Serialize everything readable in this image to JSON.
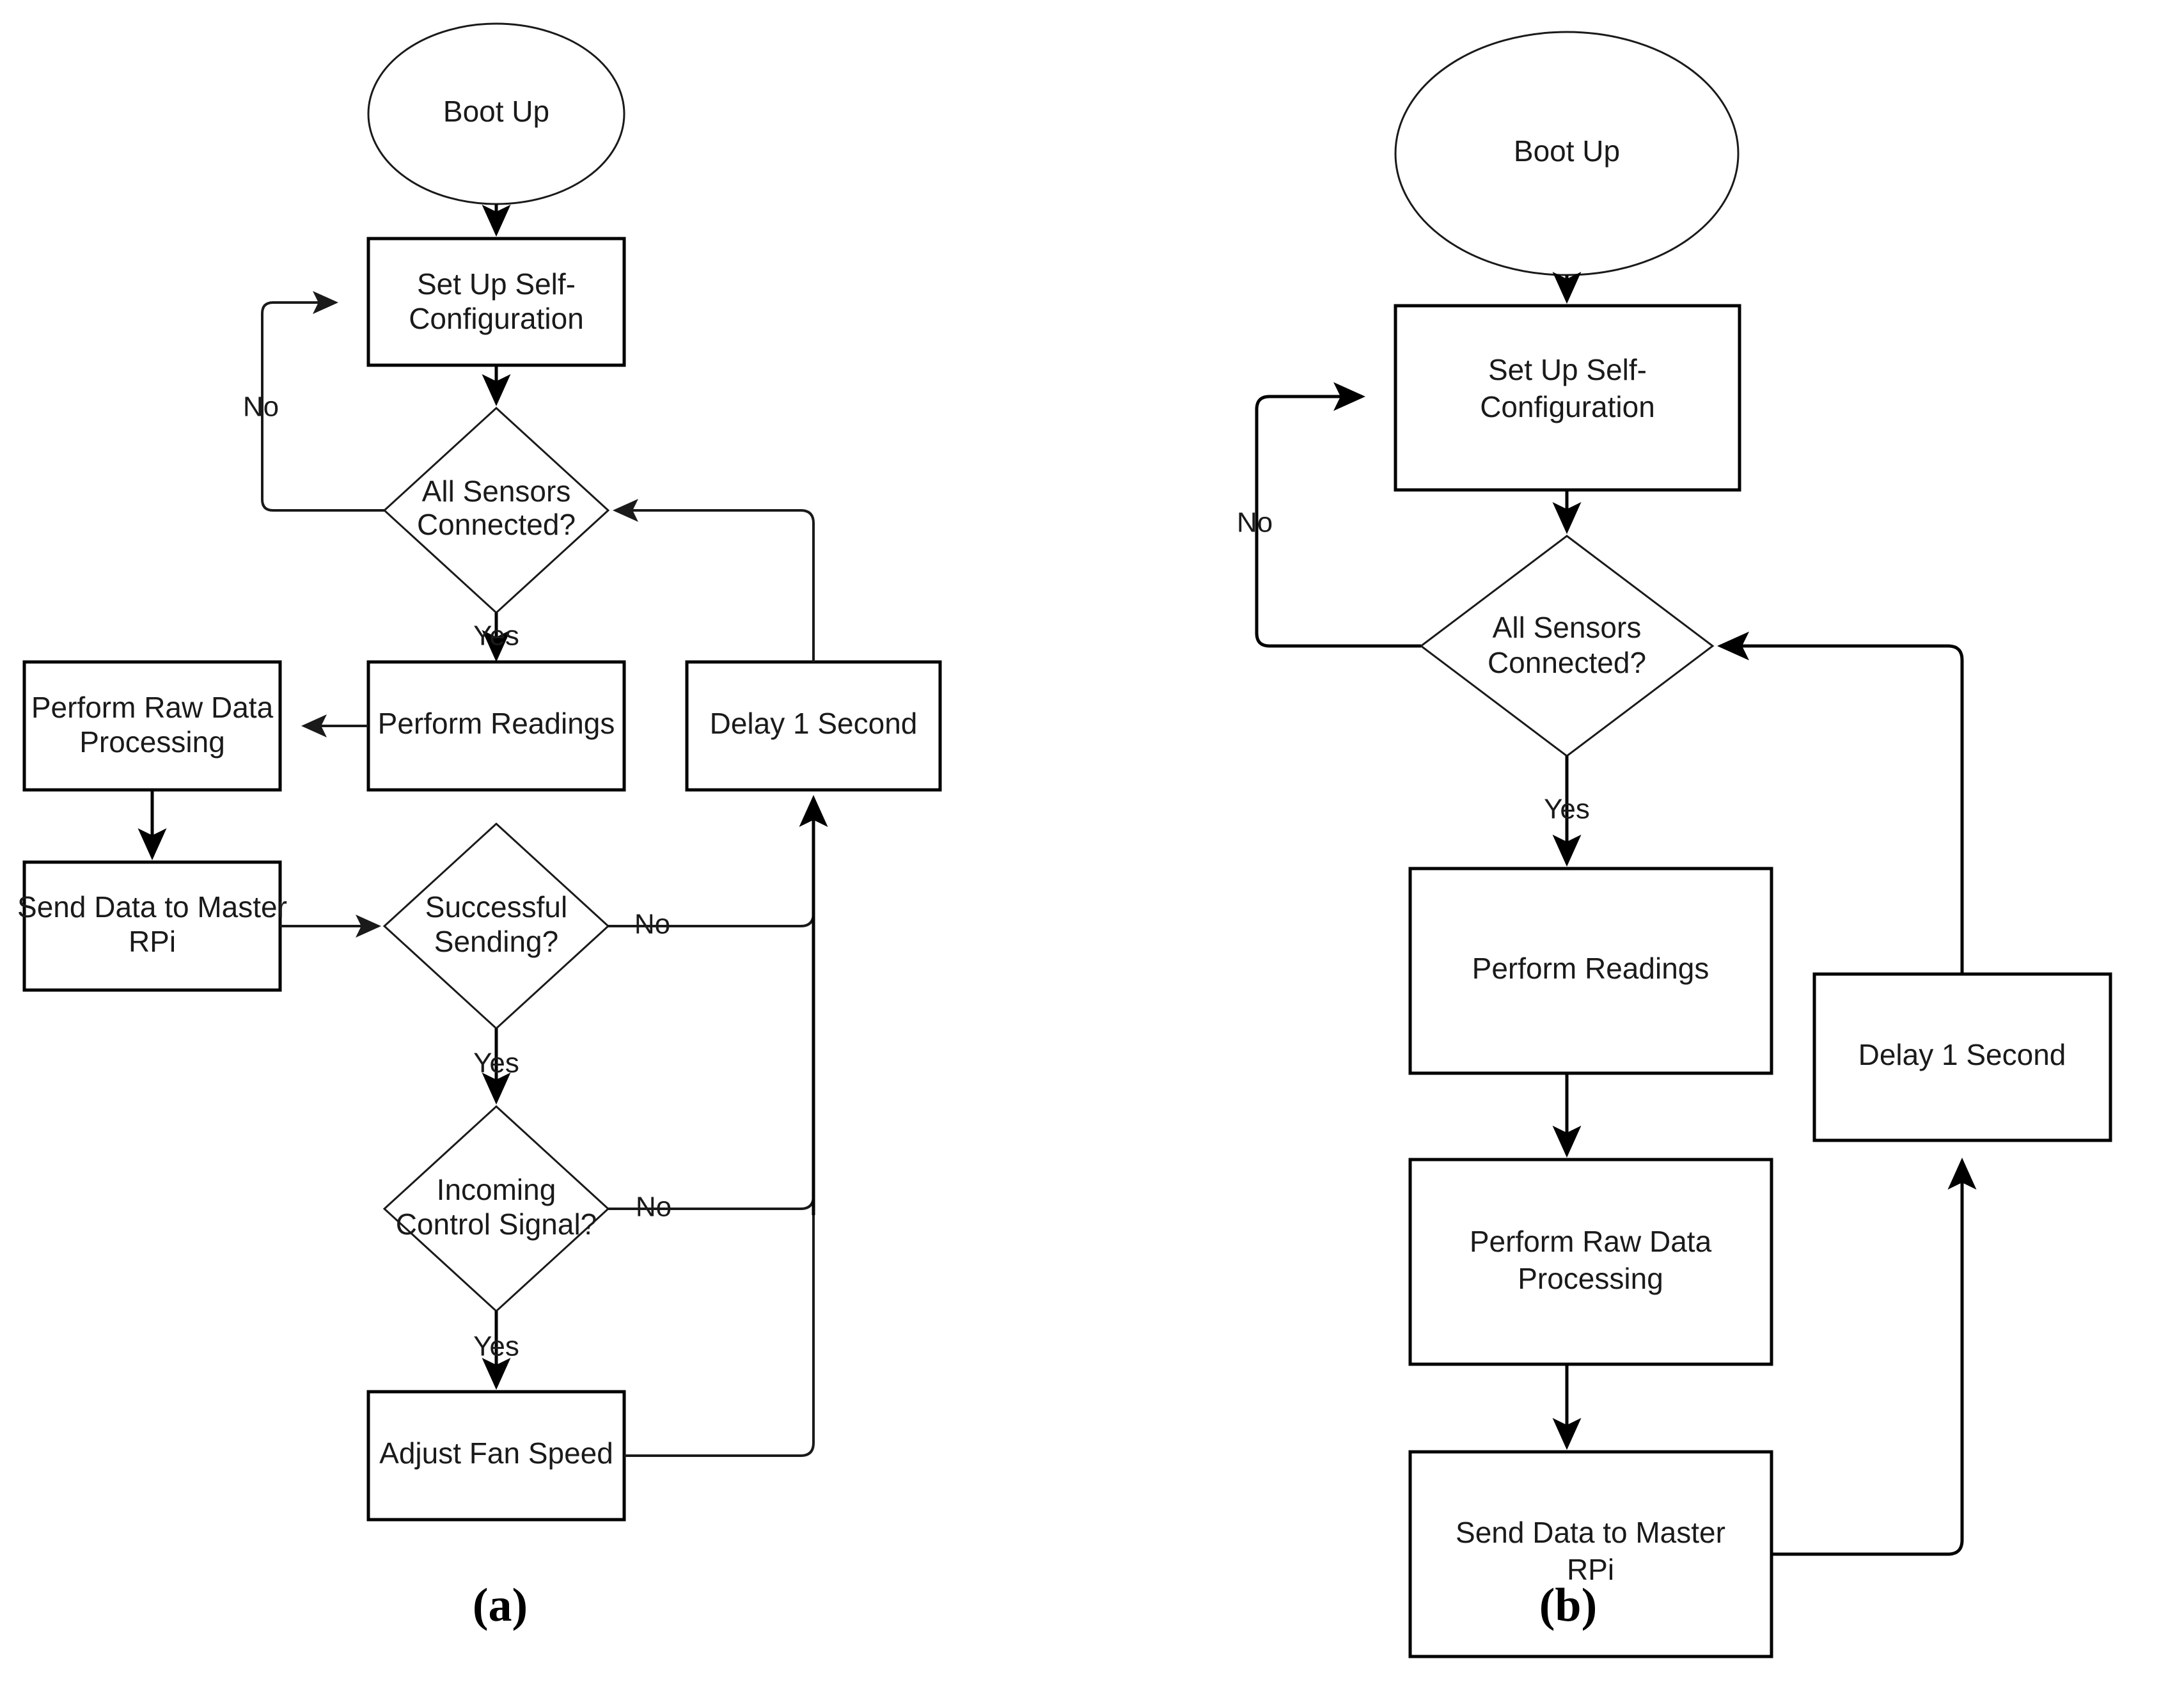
{
  "figure": {
    "type": "flowchart-pair",
    "panels": [
      {
        "caption": "(a)",
        "name": "slave-node-firmware-flowchart",
        "nodes": [
          {
            "id": "a-boot",
            "shape": "ellipse",
            "label": "Boot Up"
          },
          {
            "id": "a-setup",
            "shape": "rectangle",
            "label_line1": "Set Up Self-",
            "label_line2": "Configuration"
          },
          {
            "id": "a-sensors",
            "shape": "diamond",
            "label_line1": "All Sensors",
            "label_line2": "Connected?"
          },
          {
            "id": "a-readings",
            "shape": "rectangle",
            "label": "Perform Readings"
          },
          {
            "id": "a-rawdata",
            "shape": "rectangle",
            "label_line1": "Perform Raw Data",
            "label_line2": "Processing"
          },
          {
            "id": "a-senddata",
            "shape": "rectangle",
            "label_line1": "Send Data to Master",
            "label_line2": "RPi"
          },
          {
            "id": "a-sending",
            "shape": "diamond",
            "label_line1": "Successful",
            "label_line2": "Sending?"
          },
          {
            "id": "a-control",
            "shape": "diamond",
            "label_line1": "Incoming",
            "label_line2": "Control Signal?"
          },
          {
            "id": "a-fanspeed",
            "shape": "rectangle",
            "label": "Adjust Fan Speed"
          },
          {
            "id": "a-delay",
            "shape": "rectangle",
            "label": "Delay 1 Second"
          }
        ],
        "edges": [
          {
            "from": "a-boot",
            "to": "a-setup",
            "label": ""
          },
          {
            "from": "a-setup",
            "to": "a-sensors",
            "label": ""
          },
          {
            "from": "a-sensors",
            "to": "a-setup",
            "label": "No"
          },
          {
            "from": "a-sensors",
            "to": "a-readings",
            "label": "Yes"
          },
          {
            "from": "a-readings",
            "to": "a-rawdata",
            "label": ""
          },
          {
            "from": "a-rawdata",
            "to": "a-senddata",
            "label": ""
          },
          {
            "from": "a-senddata",
            "to": "a-sending",
            "label": ""
          },
          {
            "from": "a-sending",
            "to": "a-delay",
            "label": "No"
          },
          {
            "from": "a-sending",
            "to": "a-control",
            "label": "Yes"
          },
          {
            "from": "a-control",
            "to": "a-delay",
            "label": "No"
          },
          {
            "from": "a-control",
            "to": "a-fanspeed",
            "label": "Yes"
          },
          {
            "from": "a-fanspeed",
            "to": "a-delay",
            "label": ""
          },
          {
            "from": "a-delay",
            "to": "a-sensors",
            "label": ""
          }
        ]
      },
      {
        "caption": "(b)",
        "name": "master-node-firmware-flowchart",
        "nodes": [
          {
            "id": "b-boot",
            "shape": "ellipse",
            "label": "Boot Up"
          },
          {
            "id": "b-setup",
            "shape": "rectangle",
            "label_line1": "Set Up Self-",
            "label_line2": "Configuration"
          },
          {
            "id": "b-sensors",
            "shape": "diamond",
            "label_line1": "All Sensors",
            "label_line2": "Connected?"
          },
          {
            "id": "b-readings",
            "shape": "rectangle",
            "label": "Perform Readings"
          },
          {
            "id": "b-rawdata",
            "shape": "rectangle",
            "label_line1": "Perform Raw Data",
            "label_line2": "Processing"
          },
          {
            "id": "b-senddata",
            "shape": "rectangle",
            "label_line1": "Send Data to Master",
            "label_line2": "RPi"
          },
          {
            "id": "b-delay",
            "shape": "rectangle",
            "label": "Delay 1 Second"
          }
        ],
        "edges": [
          {
            "from": "b-boot",
            "to": "b-setup",
            "label": ""
          },
          {
            "from": "b-setup",
            "to": "b-sensors",
            "label": ""
          },
          {
            "from": "b-sensors",
            "to": "b-setup",
            "label": "No"
          },
          {
            "from": "b-sensors",
            "to": "b-readings",
            "label": "Yes"
          },
          {
            "from": "b-readings",
            "to": "b-rawdata",
            "label": ""
          },
          {
            "from": "b-rawdata",
            "to": "b-senddata",
            "label": ""
          },
          {
            "from": "b-senddata",
            "to": "b-delay",
            "label": ""
          },
          {
            "from": "b-delay",
            "to": "b-sensors",
            "label": ""
          }
        ]
      }
    ],
    "colors": {
      "stroke": "#000000",
      "fill": "#ffffff",
      "text": "#1a1a1a"
    }
  }
}
